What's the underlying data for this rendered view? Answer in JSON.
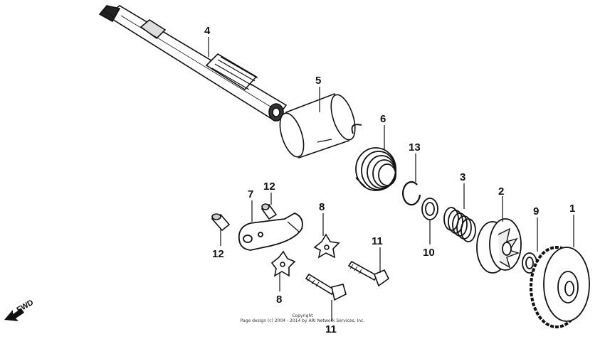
{
  "callouts": [
    {
      "id": "c1",
      "text": "1"
    },
    {
      "id": "c2",
      "text": "2"
    },
    {
      "id": "c3",
      "text": "3"
    },
    {
      "id": "c4",
      "text": "4"
    },
    {
      "id": "c5",
      "text": "5"
    },
    {
      "id": "c6",
      "text": "6"
    },
    {
      "id": "c7",
      "text": "7"
    },
    {
      "id": "c8a",
      "text": "8"
    },
    {
      "id": "c8b",
      "text": "8"
    },
    {
      "id": "c9",
      "text": "9"
    },
    {
      "id": "c10",
      "text": "10"
    },
    {
      "id": "c11a",
      "text": "11"
    },
    {
      "id": "c11b",
      "text": "11"
    },
    {
      "id": "c12a",
      "text": "12"
    },
    {
      "id": "c12b",
      "text": "12"
    },
    {
      "id": "c13",
      "text": "13"
    }
  ],
  "fwd_label": "FWD",
  "copyright": {
    "line1": "Copyright",
    "line2": "Page design (c) 2004 - 2014 by ARI Network Services, Inc."
  }
}
